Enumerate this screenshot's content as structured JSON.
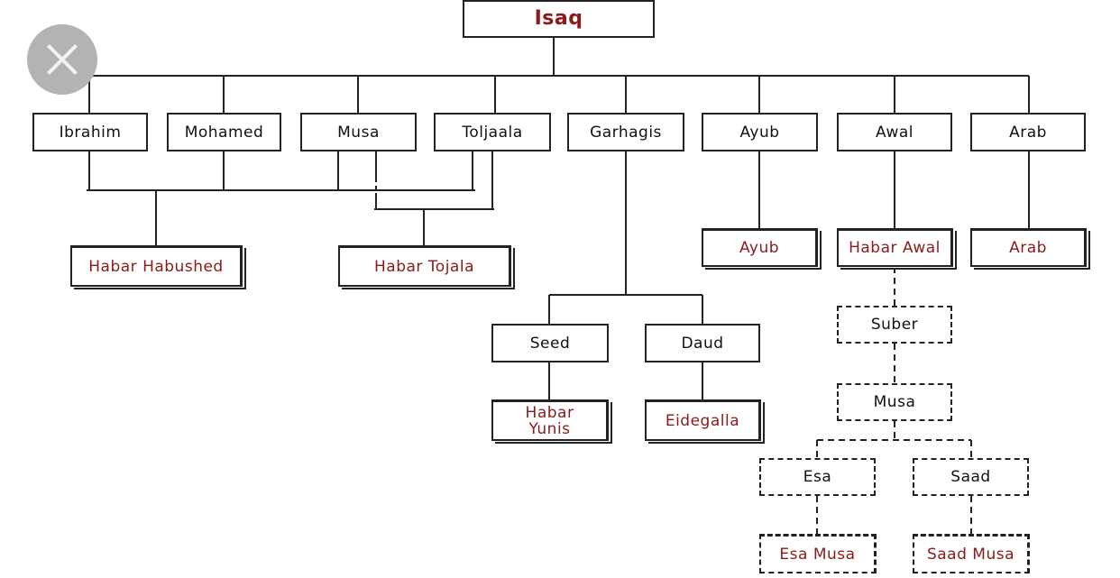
{
  "diagram": {
    "title": "Isaq",
    "sons": [
      "Ibrahim",
      "Mohamed",
      "Musa",
      "Toljaala",
      "Garhagis",
      "Ayub",
      "Awal",
      "Arab"
    ],
    "clans": {
      "habar_habushed": "Habar Habushed",
      "habar_tojala": "Habar Tojala",
      "ayub": "Ayub",
      "habar_awal": "Habar Awal",
      "arab": "Arab",
      "habar_yunis": "Habar Yunis",
      "eidegalla": "Eidegalla",
      "esa_musa": "Esa Musa",
      "saad_musa": "Saad Musa"
    },
    "garhagis_sons": [
      "Seed",
      "Daud"
    ],
    "awal_line": [
      "Suber",
      "Musa"
    ],
    "musa_sons": [
      "Esa",
      "Saad"
    ],
    "colors": {
      "clan_text": "#8b1a1a",
      "line": "#222222",
      "close_button": "#b3b3b3"
    }
  },
  "ui": {
    "close_icon": "close-icon"
  }
}
